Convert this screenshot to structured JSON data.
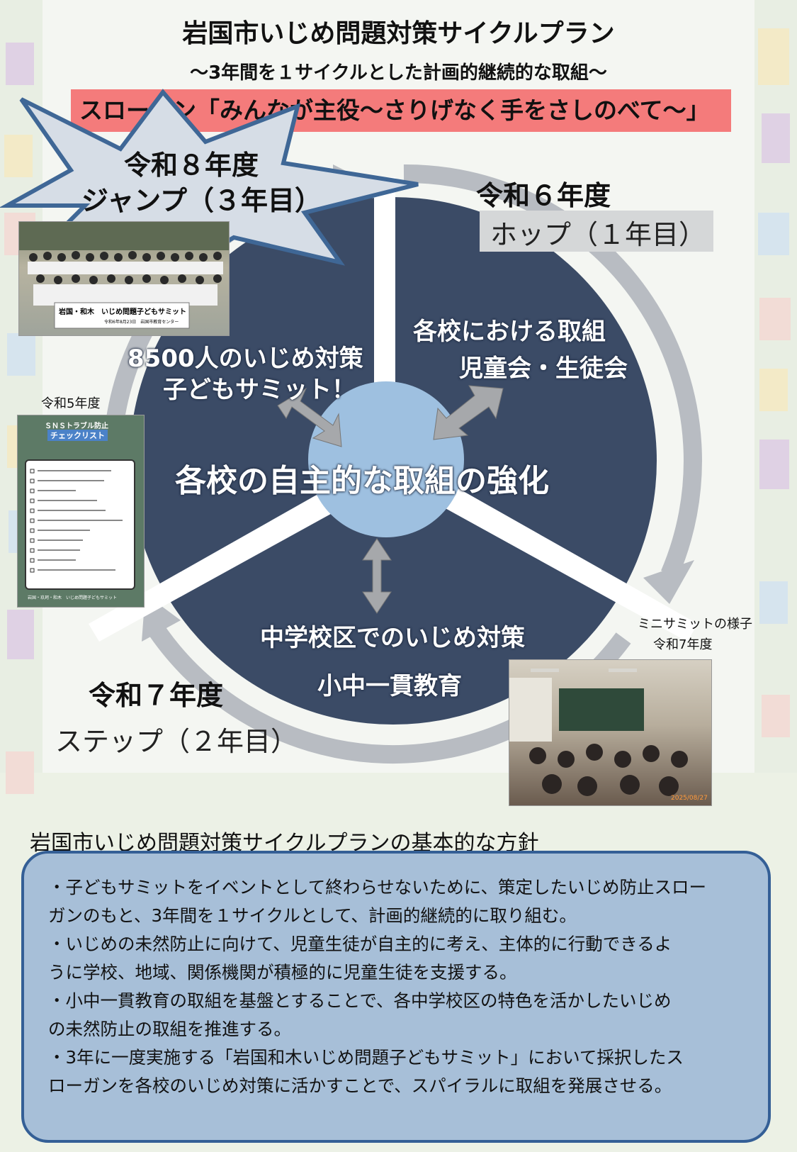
{
  "title": "岩国市いじめ問題対策サイクルプラン",
  "subtitle": "～3年間を１サイクルとした計画的継続的な取組～",
  "slogan": "スローガン「みんなが主役～さりげなく手をさしのべて～」",
  "year8": {
    "label": "令和８年度",
    "stage": "ジャンプ（３年目）"
  },
  "year6": {
    "label": "令和６年度",
    "stage": "ホップ（１年目）"
  },
  "year7": {
    "label": "令和７年度",
    "stage": "ステップ（２年目）"
  },
  "center": "各校の自主的な取組の強化",
  "summit": {
    "line1": "8500人のいじめ対策",
    "line2": "子どもサミット！"
  },
  "schools": {
    "line1": "各校における取組",
    "line2": "児童会・生徒会"
  },
  "district": {
    "line1": "中学校区でのいじめ対策",
    "line2": "小中一貫教育"
  },
  "photo_summit": {
    "banner": "岩国・和木　いじめ問題子どもサミット",
    "banner_sub": "令和6年8月23日　岩国市教育センター"
  },
  "checklist": {
    "caption": "令和5年度",
    "header1": "ＳＮＳトラブル防止",
    "header2": "チェックリスト",
    "footer": "岩国・玖珂・和木　いじめ問題子どもサミット"
  },
  "mini_summit": {
    "caption1": "ミニサミットの様子",
    "caption2": "令和7年度",
    "stamp": "2025/08/27"
  },
  "policy": {
    "heading": "岩国市いじめ問題対策サイクルプランの基本的な方針",
    "lines": [
      "・子どもサミットをイベントとして終わらせないために、策定したいじめ防止スロー",
      "ガンのもと、3年間を１サイクルとして、計画的継続的に取り組む。",
      "・いじめの未然防止に向けて、児童生徒が自主的に考え、主体的に行動できるよ",
      "うに学校、地域、関係機関が積極的に児童生徒を支援する。",
      "・小中一貫教育の取組を基盤とすることで、各中学校区の特色を活かしたいじめ",
      "の未然防止の取組を推進する。",
      "・3年に一度実施する「岩国和木いじめ問題子どもサミット」において採択したス",
      "ローガンを各校のいじめ対策に活かすことで、スパイラルに取組を発展させる。"
    ]
  },
  "colors": {
    "disc": "#3b4b66",
    "hub": "#9ec0e0",
    "ring": "#b8bcc2",
    "star_fill": "#d6dde6",
    "star_stroke": "#3f6796",
    "slogan_bg": "#f47b7b",
    "policy_bg": "#a7bfd8",
    "policy_border": "#345f96"
  }
}
